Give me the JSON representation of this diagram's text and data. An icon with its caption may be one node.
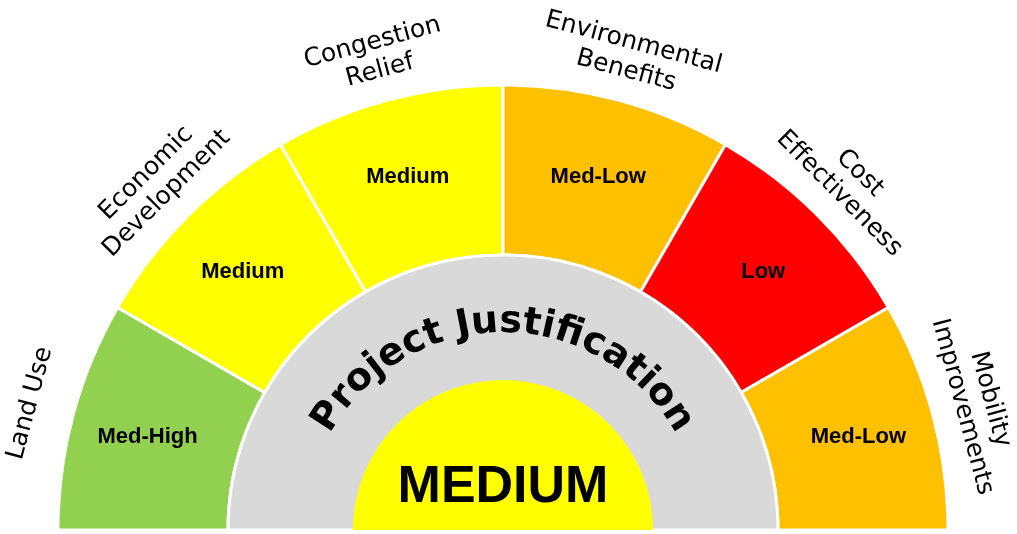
{
  "diagram": {
    "nodes": [
      {
        "text": [
          "Project Justification"
        ]
      },
      {
        "text": [
          "MEDIUM"
        ],
        "in": 0
      },
      {
        "text": [
          "Land Use",
          "Med-High"
        ]
      },
      {
        "text": [
          "Economic Development",
          "Medium"
        ]
      },
      {
        "text": [
          "Congestion Relief",
          "Medium"
        ]
      },
      {
        "text": [
          "Environmental Benefits",
          "Med-Low"
        ]
      },
      {
        "text": [
          "Cost Effectiveness",
          "Low"
        ]
      },
      {
        "text": [
          "Mobility Improvements",
          "Med-Low"
        ]
      }
    ]
  }
}
